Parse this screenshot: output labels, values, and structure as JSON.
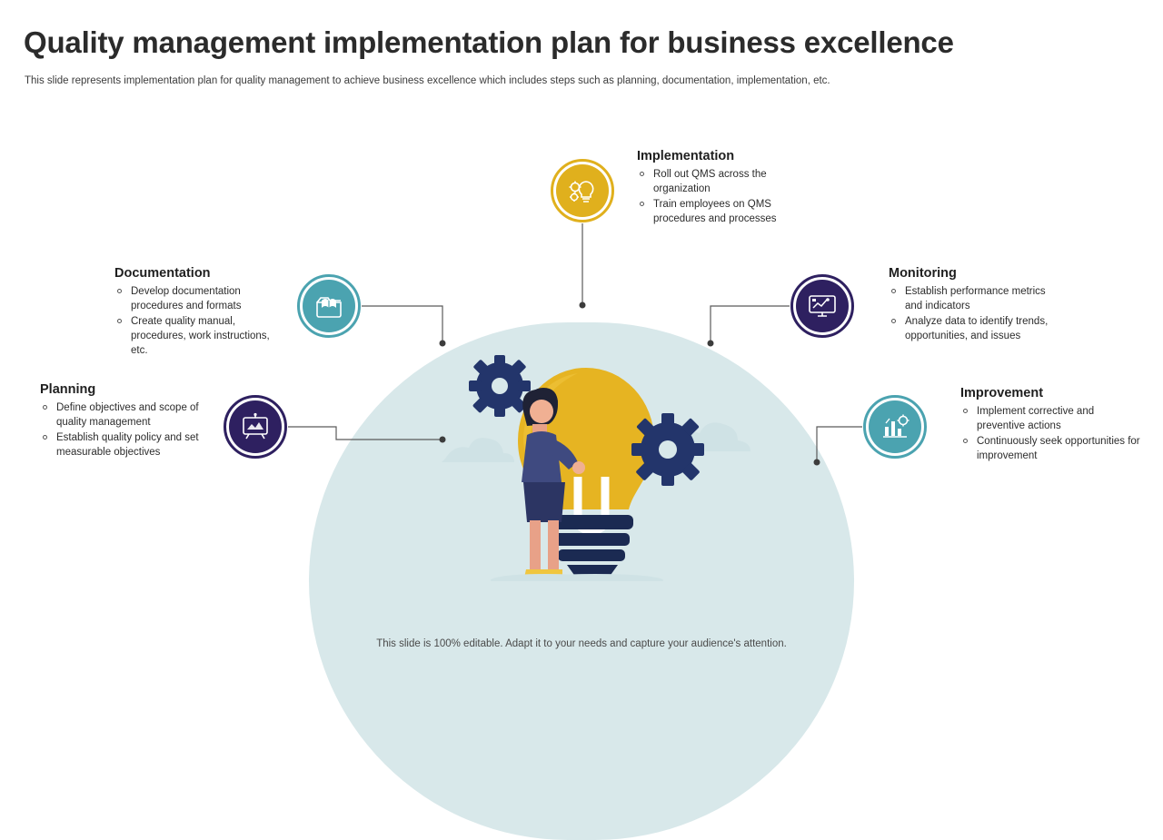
{
  "slide": {
    "title": "Quality management implementation plan for business excellence",
    "subtitle": "This slide represents implementation plan for quality management to achieve business excellence which includes steps such as planning, documentation, implementation, etc.",
    "footer": "This slide is 100% editable. Adapt it to your needs and capture your audience's attention."
  },
  "colors": {
    "yellow": "#e0b01d",
    "teal": "#4ba3b0",
    "navy": "#2e2060",
    "arc": "#d8e8ea",
    "text": "#2c2c2c"
  },
  "steps": [
    {
      "id": "planning",
      "heading": "Planning",
      "icon": "presentation-board-icon",
      "accent": "navy",
      "bullets": [
        "Define objectives and scope of quality management",
        "Establish quality policy and set measurable objectives"
      ]
    },
    {
      "id": "documentation",
      "heading": "Documentation",
      "icon": "documents-folder-icon",
      "accent": "teal",
      "bullets": [
        "Develop documentation procedures and formats",
        "Create quality manual, procedures, work instructions, etc."
      ]
    },
    {
      "id": "implementation",
      "heading": "Implementation",
      "icon": "lightbulb-gears-icon",
      "accent": "yellow",
      "bullets": [
        "Roll out QMS across the organization",
        "Train employees on QMS procedures and processes"
      ]
    },
    {
      "id": "monitoring",
      "heading": "Monitoring",
      "icon": "monitor-analytics-icon",
      "accent": "navy",
      "bullets": [
        "Establish performance metrics and indicators",
        "Analyze data to identify trends, opportunities, and issues"
      ]
    },
    {
      "id": "improvement",
      "heading": "Improvement",
      "icon": "bar-chart-gear-icon",
      "accent": "teal",
      "bullets": [
        "Implement corrective and preventive actions",
        "Continuously seek opportunities for improvement"
      ]
    }
  ]
}
